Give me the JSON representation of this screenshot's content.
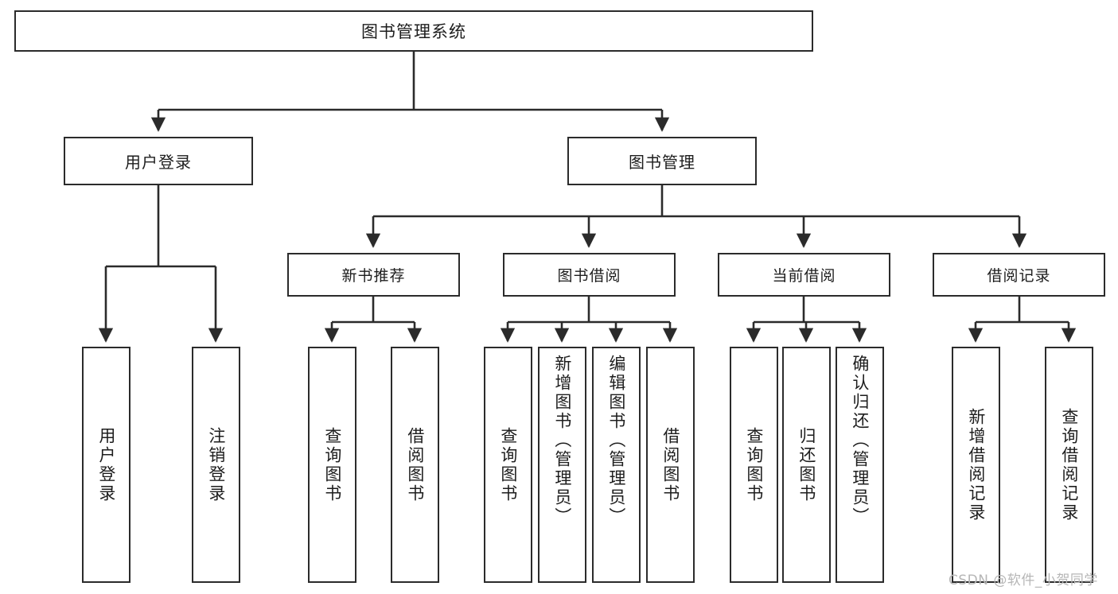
{
  "diagram": {
    "type": "tree-hierarchy-chart",
    "title": "图书管理系统",
    "colors": {
      "stroke": "#2b2b2b",
      "fill": "#ffffff",
      "text": "#1d1d1d",
      "watermark": "#b6b6b6"
    },
    "levels": {
      "root": "图书管理系统",
      "level1": [
        "用户登录",
        "图书管理"
      ],
      "level2": [
        "新书推荐",
        "图书借阅",
        "当前借阅",
        "借阅记录"
      ]
    },
    "nodes": {
      "root": {
        "label": "图书管理系统"
      },
      "user_login": {
        "label": "用户登录"
      },
      "book_manage": {
        "label": "图书管理"
      },
      "new_book_rec": {
        "label": "新书推荐"
      },
      "book_borrow": {
        "label": "图书借阅"
      },
      "current_borrow": {
        "label": "当前借阅"
      },
      "borrow_record": {
        "label": "借阅记录"
      }
    },
    "leaves": {
      "user_login": [
        {
          "label": "用户登录"
        },
        {
          "label": "注销登录"
        }
      ],
      "new_book_rec": [
        {
          "label": "查询图书"
        },
        {
          "label": "借阅图书"
        }
      ],
      "book_borrow": [
        {
          "label": "查询图书"
        },
        {
          "label": "新增图书（管理员）"
        },
        {
          "label": "编辑图书（管理员）"
        },
        {
          "label": "借阅图书"
        }
      ],
      "current_borrow": [
        {
          "label": "查询图书"
        },
        {
          "label": "归还图书"
        },
        {
          "label": "确认归还（管理员）"
        }
      ],
      "borrow_record": [
        {
          "label": "新增借阅记录"
        },
        {
          "label": "查询借阅记录"
        }
      ]
    },
    "watermark": "CSDN @软件_小贺同学"
  }
}
